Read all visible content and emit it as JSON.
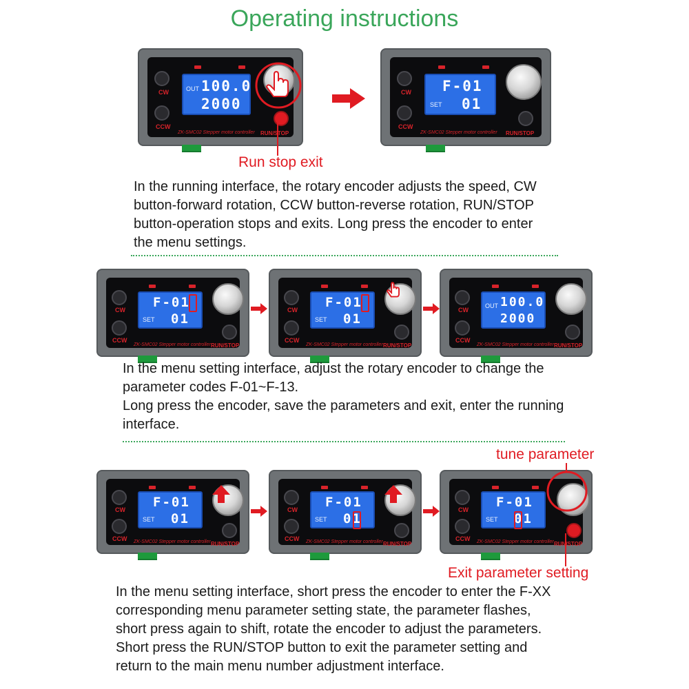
{
  "title": "Operating instructions",
  "device": {
    "cw_label": "CW",
    "ccw_label": "CCW",
    "run_stop_label": "RUN/STOP",
    "model_label": "ZK-SMC02  Stepper motor controller",
    "out_label": "OUT",
    "set_label": "SET",
    "speed_value": "100.0",
    "second_value": "2000",
    "param_code": "F-01",
    "param_value": "01"
  },
  "section1": {
    "callout": "Run stop exit",
    "lines": [
      "In the running interface, the rotary encoder adjusts the speed, CW",
      "button-forward rotation, CCW button-reverse rotation, RUN/STOP",
      "button-operation stops and exits. Long press the encoder to enter",
      "the menu settings."
    ]
  },
  "section2": {
    "lines": [
      "In the menu setting interface, adjust the rotary encoder to change the",
      "parameter codes F-01~F-13.",
      "Long press the encoder, save the parameters and exit, enter the running",
      "interface."
    ]
  },
  "section3": {
    "callout_top": "tune parameter",
    "callout_bottom": "Exit parameter setting",
    "lines": [
      "In the menu setting interface, short press the encoder to enter the F-XX",
      "corresponding menu parameter setting state, the parameter flashes,",
      "short press again to shift, rotate the encoder to adjust the parameters.",
      "Short press the RUN/STOP button to exit the parameter setting and",
      "return to the main menu number adjustment interface."
    ]
  },
  "colors": {
    "title": "#3aa65a",
    "accent_red": "#e01b22",
    "lcd_blue": "#2c6fe6",
    "panel_gray": "#6e7275"
  },
  "icons": [
    "hand-pointer-icon",
    "red-arrow-right-icon",
    "red-arrow-up-icon"
  ]
}
